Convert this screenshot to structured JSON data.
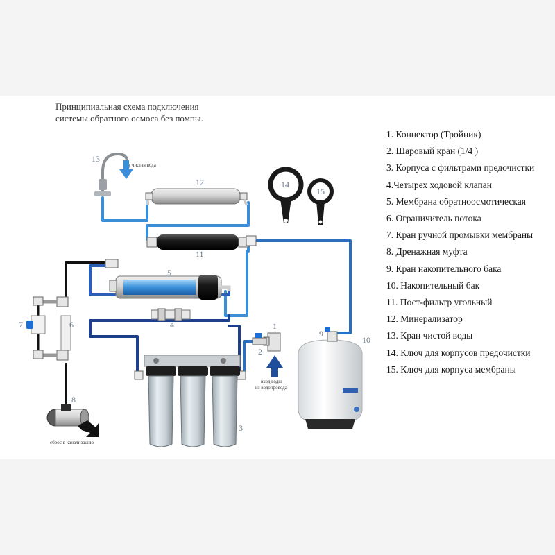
{
  "title": {
    "line1": "Принципиальная схема подключения",
    "line2": "системы обратного осмоса без помпы."
  },
  "legend": [
    "1. Коннектор (Тройник)",
    "2. Шаровый кран (1/4 )",
    "3. Корпуса с фильтрами предочистки",
    "4.Четырех ходовой клапан",
    "5. Мембрана обратноосмотическая",
    "6. Ограничитель потока",
    "7. Кран ручной промывки мембраны",
    "8. Дренажная муфта",
    "9. Кран накопительного бака",
    "10. Накопительный бак",
    "11. Пост-фильтр угольный",
    "12. Минерализатор",
    "13. Кран чистой воды",
    "14. Ключ для корпусов предочистки",
    "15. Ключ для корпуса мембраны"
  ],
  "callouts": {
    "n1": "1",
    "n2": "2",
    "n3": "3",
    "n4": "4",
    "n5": "5",
    "n6": "6",
    "n7": "7",
    "n8": "8",
    "n9": "9",
    "n10": "10",
    "n11": "11",
    "n12": "12",
    "n13": "13",
    "n14": "14",
    "n15": "15"
  },
  "annotations": {
    "clean_water": "чистая вода",
    "water_inlet_1": "вход воды",
    "water_inlet_2": "из водопровода",
    "drain": "сброс в канализацию"
  },
  "colors": {
    "water_line": "#3a8fd8",
    "dark_line": "#0a1a3a",
    "drain_line": "#111111",
    "membrane": "#4aa3e8",
    "arrow_blue": "#1f4f9c"
  }
}
